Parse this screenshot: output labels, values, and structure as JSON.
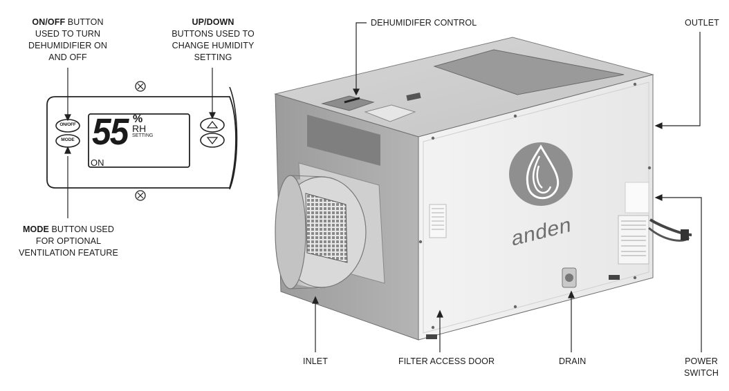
{
  "control_panel": {
    "onoff_button": "ON/OFF",
    "mode_button": "MODE",
    "display_value": "55",
    "display_unit": "%",
    "display_rh": "RH",
    "display_setting": "SETTING",
    "display_status": "ON"
  },
  "callouts": {
    "onoff": {
      "bold": "ON/OFF",
      "l1": " BUTTON",
      "l2": "USED TO TURN",
      "l3": "DEHUMIDIFIER ON",
      "l4": "AND OFF"
    },
    "updown": {
      "bold": "UP/DOWN",
      "l2": "BUTTONS USED TO",
      "l3": "CHANGE HUMIDITY",
      "l4": "SETTING"
    },
    "mode": {
      "bold": "MODE",
      "l1": " BUTTON USED",
      "l2": "FOR OPTIONAL",
      "l3": "VENTILATION FEATURE"
    },
    "dehumidifier_control": "DEHUMIDIFER CONTROL",
    "outlet": "OUTLET",
    "inlet": "INLET",
    "filter_access_door": "FILTER ACCESS DOOR",
    "drain": "DRAIN",
    "power_switch_l1": "POWER",
    "power_switch_l2": "SWITCH"
  },
  "unit": {
    "brand": "anden"
  }
}
